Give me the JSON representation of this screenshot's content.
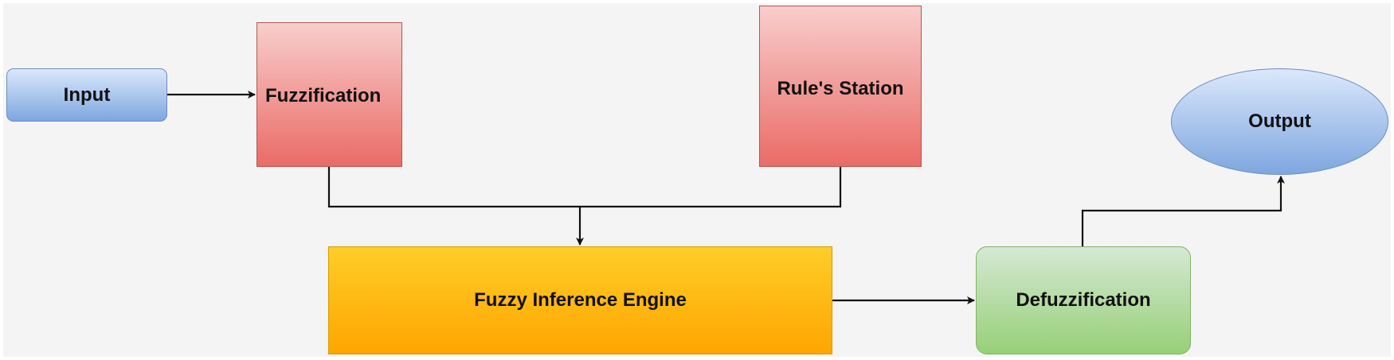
{
  "diagram": {
    "nodes": {
      "input": "Input",
      "fuzzification": "Fuzzification",
      "rules": "Rule's Station",
      "engine": "Fuzzy Inference Engine",
      "defuzzification": "Defuzzification",
      "output": "Output"
    },
    "colors": {
      "background": "#f4f4f4",
      "blue_fill": "#7ea6e0",
      "red_fill": "#ea6b66",
      "orange_fill": "#ffa500",
      "green_fill": "#97d077",
      "edge": "#111111"
    },
    "edges": [
      {
        "from": "input",
        "to": "fuzzification"
      },
      {
        "from": "fuzzification",
        "to": "engine"
      },
      {
        "from": "rules",
        "to": "engine"
      },
      {
        "from": "engine",
        "to": "defuzzification"
      },
      {
        "from": "defuzzification",
        "to": "output"
      }
    ]
  }
}
